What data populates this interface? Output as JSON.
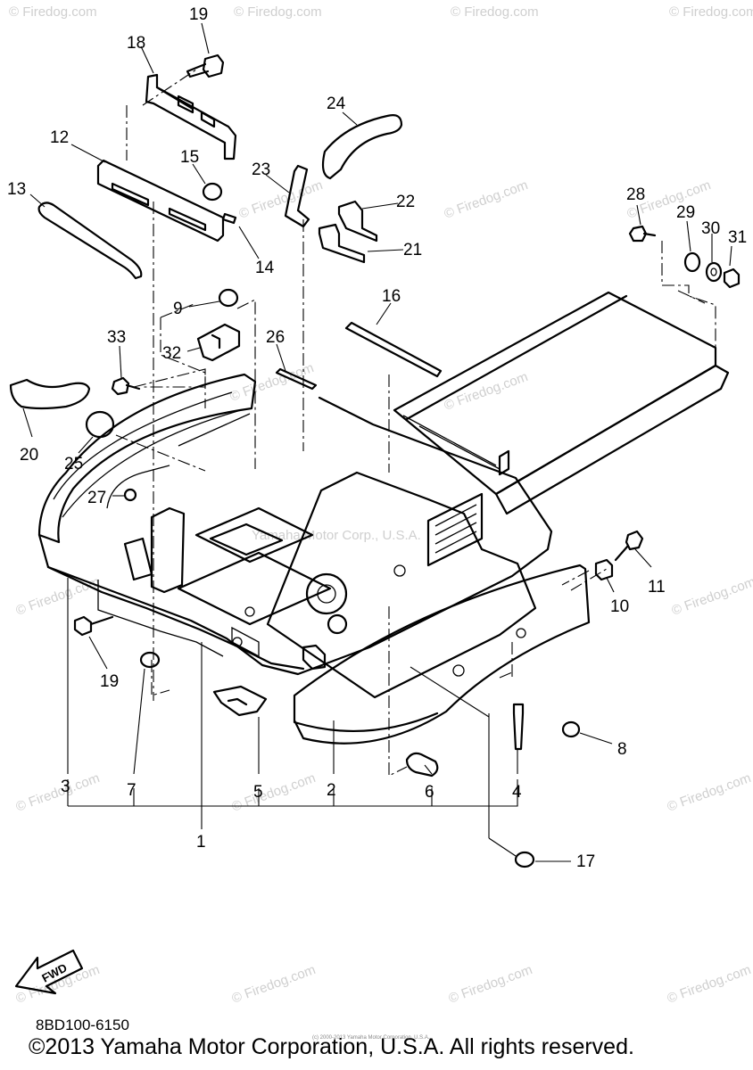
{
  "document": {
    "part_code": "8BD100-6150",
    "copyright": "©2013 Yamaha Motor Corporation, U.S.A. All rights reserved.",
    "tiny_copyright": "(c) 2000-2013 Yamaha Motor Corporation, U.S.A."
  },
  "watermarks": {
    "firedog": "© Firedog.com",
    "yamaha": "Yamaha Motor Corp., U.S.A."
  },
  "fwd_label": "FWD",
  "callouts": [
    {
      "id": "c19a",
      "text": "19"
    },
    {
      "id": "c18",
      "text": "18"
    },
    {
      "id": "c12",
      "text": "12"
    },
    {
      "id": "c15",
      "text": "15"
    },
    {
      "id": "c13",
      "text": "13"
    },
    {
      "id": "c14",
      "text": "14"
    },
    {
      "id": "c24",
      "text": "24"
    },
    {
      "id": "c23",
      "text": "23"
    },
    {
      "id": "c22",
      "text": "22"
    },
    {
      "id": "c21",
      "text": "21"
    },
    {
      "id": "c28",
      "text": "28"
    },
    {
      "id": "c29",
      "text": "29"
    },
    {
      "id": "c30",
      "text": "30"
    },
    {
      "id": "c31",
      "text": "31"
    },
    {
      "id": "c9",
      "text": "9"
    },
    {
      "id": "c16",
      "text": "16"
    },
    {
      "id": "c33",
      "text": "33"
    },
    {
      "id": "c32",
      "text": "32"
    },
    {
      "id": "c26",
      "text": "26"
    },
    {
      "id": "c20",
      "text": "20"
    },
    {
      "id": "c25",
      "text": "25"
    },
    {
      "id": "c27",
      "text": "27"
    },
    {
      "id": "c11",
      "text": "11"
    },
    {
      "id": "c10",
      "text": "10"
    },
    {
      "id": "c19b",
      "text": "19"
    },
    {
      "id": "c8",
      "text": "8"
    },
    {
      "id": "c3",
      "text": "3"
    },
    {
      "id": "c7",
      "text": "7"
    },
    {
      "id": "c5",
      "text": "5"
    },
    {
      "id": "c2",
      "text": "2"
    },
    {
      "id": "c6",
      "text": "6"
    },
    {
      "id": "c4",
      "text": "4"
    },
    {
      "id": "c1",
      "text": "1"
    },
    {
      "id": "c17",
      "text": "17"
    }
  ]
}
